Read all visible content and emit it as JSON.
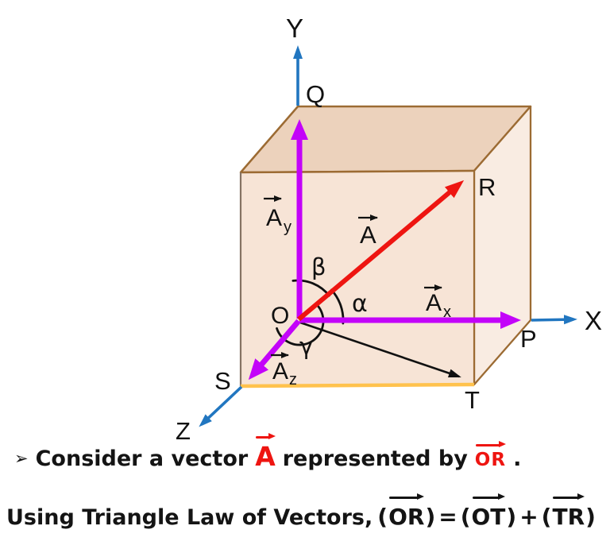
{
  "figure": {
    "axes": {
      "x": "X",
      "y": "Y",
      "z": "Z"
    },
    "points": {
      "o": "O",
      "p": "P",
      "q": "Q",
      "r": "R",
      "s": "S",
      "t": "T"
    },
    "vectors": {
      "a": "A",
      "ax": {
        "base": "A",
        "sub": "x"
      },
      "ay": {
        "base": "A",
        "sub": "y"
      },
      "az": {
        "base": "A",
        "sub": "z"
      }
    },
    "angles": {
      "alpha": "α",
      "beta": "β",
      "gamma": "γ"
    },
    "colors": {
      "axis_blue": "#2176c0",
      "vector_purple": "#c303f9",
      "vector_red": "#ee1511",
      "edge_brown": "#9c6b33",
      "edge_gray": "#857363",
      "edge_gold": "#ffc24d",
      "face_top": "#ecd2bc",
      "face_front": "#f7e4d6",
      "face_right": "#f9ece2",
      "text_black": "#111111"
    }
  },
  "caption": {
    "bullet": "➢",
    "line1": {
      "pre": "Consider a vector",
      "vector_a": "A",
      "mid": "represented by",
      "vector_or": "OR",
      "end": "."
    },
    "line2": {
      "pre": "Using Triangle Law of Vectors,",
      "open": "(",
      "close": ")",
      "lhs": "OR",
      "equals": "=",
      "rhs1": "OT",
      "plus": "+",
      "rhs2": "TR"
    }
  }
}
